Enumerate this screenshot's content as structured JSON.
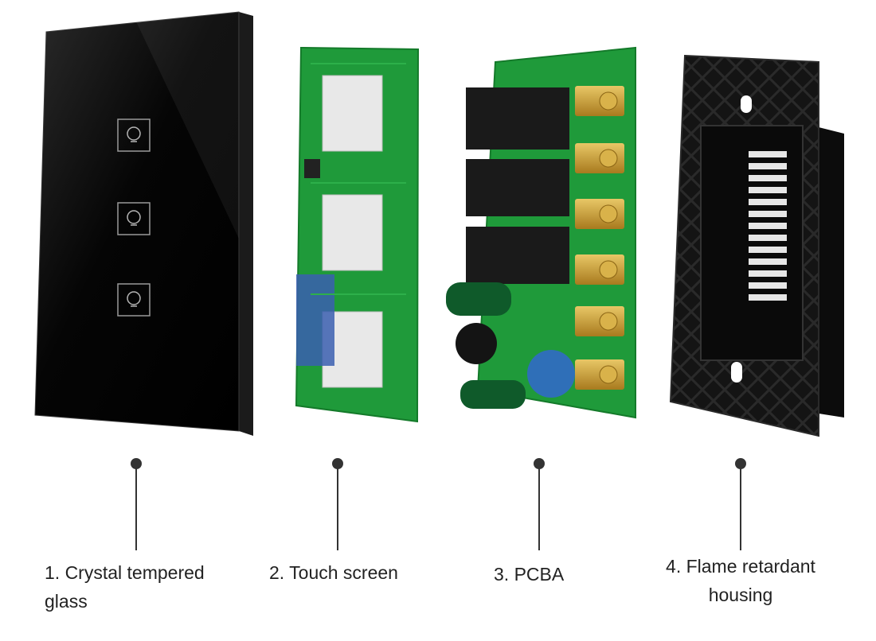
{
  "components": [
    {
      "id": "glass",
      "caption_line1": "1. Crystal tempered",
      "caption_line2": "glass"
    },
    {
      "id": "touch",
      "caption_line1": "2. Touch screen"
    },
    {
      "id": "pcba",
      "caption_line1": "3. PCBA"
    },
    {
      "id": "housing",
      "caption_line1": "4. Flame retardant",
      "caption_line2": "housing"
    }
  ],
  "colors": {
    "glass": "#0a0a0a",
    "pcb_green": "#1f9a3a",
    "pcb_dark": "#167a2c",
    "relay": "#1a1a1a",
    "terminal_brass": "#c9a23a",
    "housing": "#141414",
    "capacitor_blue": "#2f6fb8",
    "line": "#333333"
  },
  "icons": [
    "lightbulb-touch-icon",
    "lightbulb-touch-icon",
    "lightbulb-touch-icon"
  ]
}
